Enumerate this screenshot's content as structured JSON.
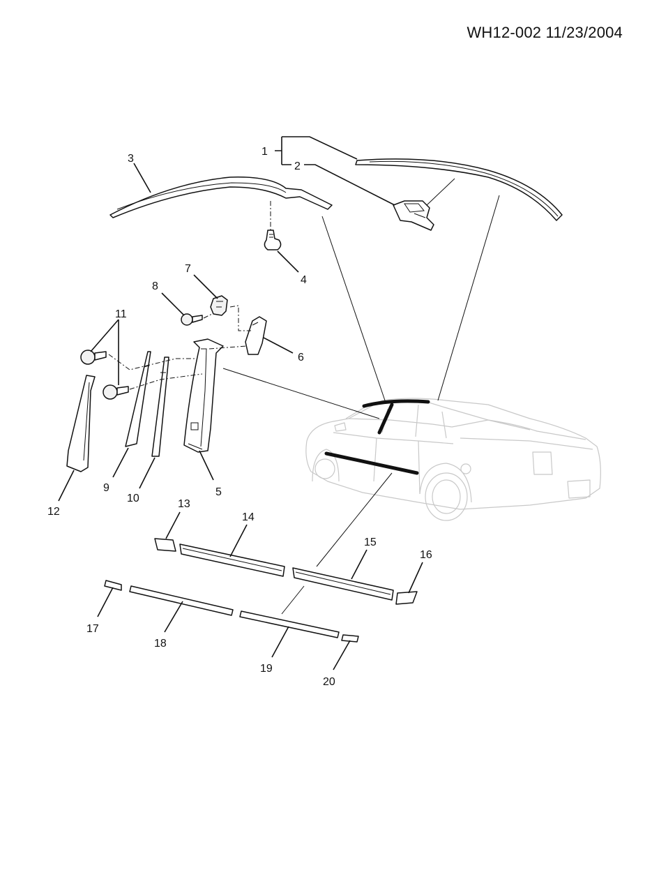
{
  "header": {
    "code": "WH12-002 11/23/2004"
  },
  "callouts": {
    "n1": "1",
    "n2": "2",
    "n3": "3",
    "n4": "4",
    "n5": "5",
    "n6": "6",
    "n7": "7",
    "n8": "8",
    "n9": "9",
    "n10": "10",
    "n11": "11",
    "n12": "12",
    "n13": "13",
    "n14": "14",
    "n15": "15",
    "n16": "16",
    "n17": "17",
    "n18": "18",
    "n19": "19",
    "n20": "20"
  }
}
